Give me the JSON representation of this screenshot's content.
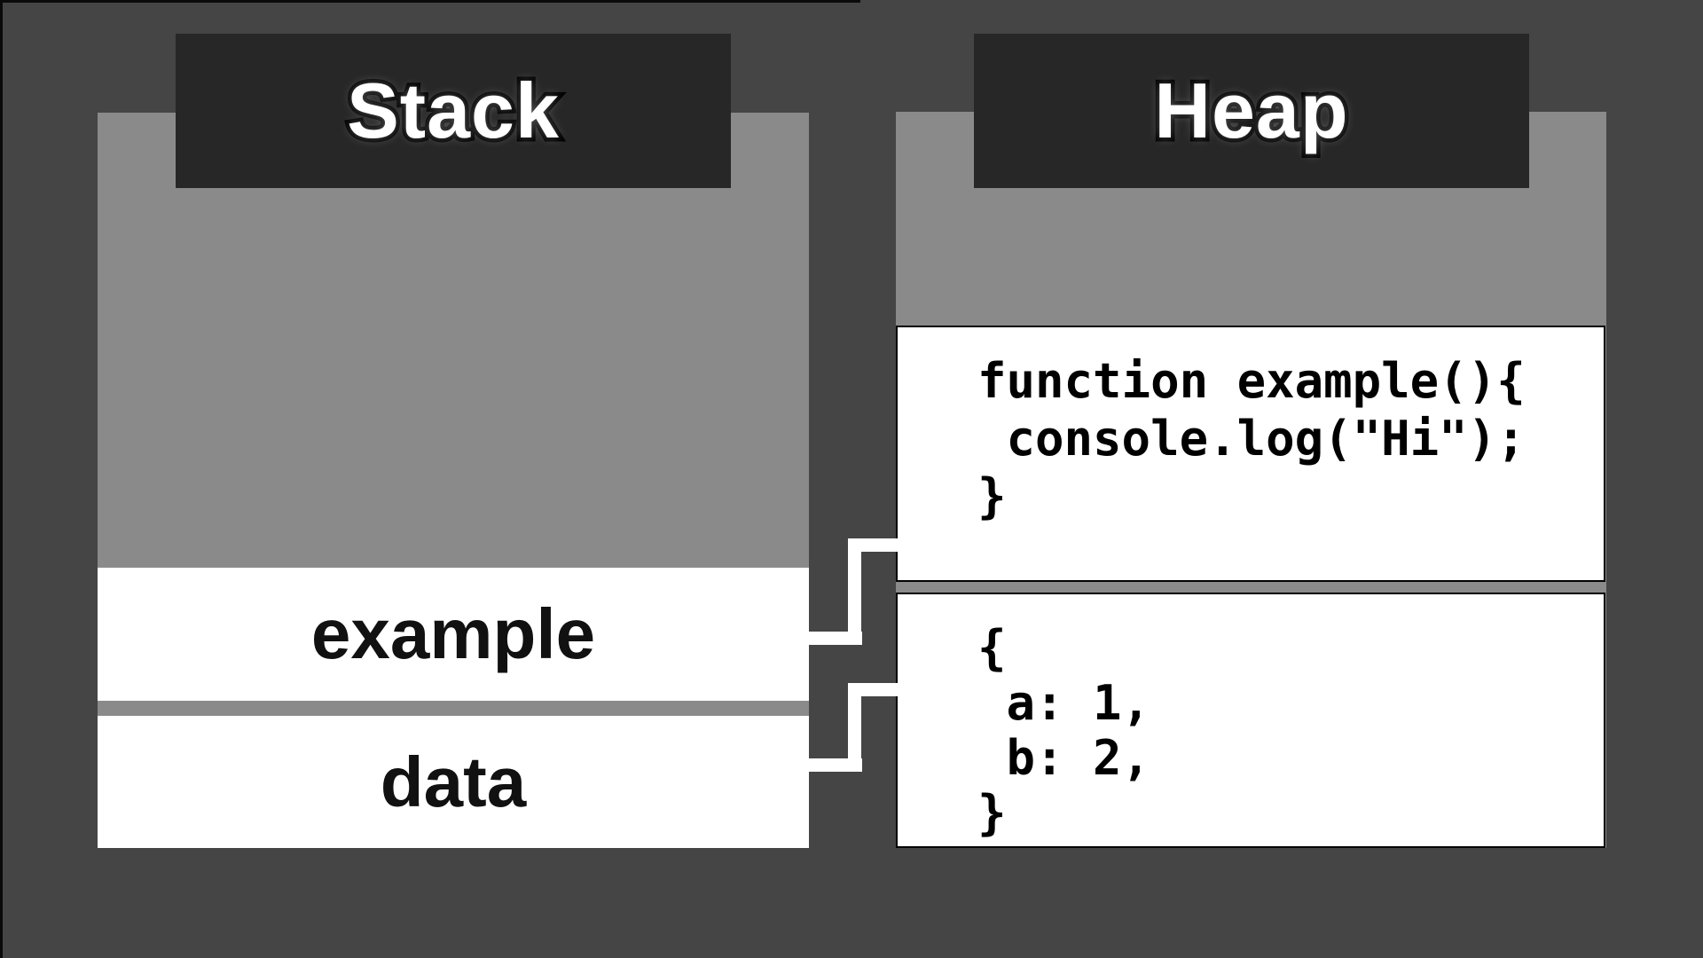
{
  "diagram": {
    "stack": {
      "title": "Stack",
      "frames": [
        {
          "label": "example"
        },
        {
          "label": "data"
        }
      ]
    },
    "heap": {
      "title": "Heap",
      "function_box": {
        "lines": [
          "function example(){",
          " console.log(\"Hi\");",
          "}"
        ]
      },
      "object_box": {
        "lines": [
          "{",
          " a: 1,",
          " b: 2,",
          "}"
        ]
      }
    },
    "connections": [
      {
        "from": "example",
        "to": "function-box"
      },
      {
        "from": "data",
        "to": "object-box"
      }
    ],
    "colors": {
      "background": "#454545",
      "column_gray": "#8a8a8a",
      "title_plate": "#272727",
      "title_text": "#ffffff",
      "box_white": "#ffffff",
      "code_text": "#000000",
      "connector": "#ffffff",
      "edge_line": "#0a0a0a"
    }
  }
}
